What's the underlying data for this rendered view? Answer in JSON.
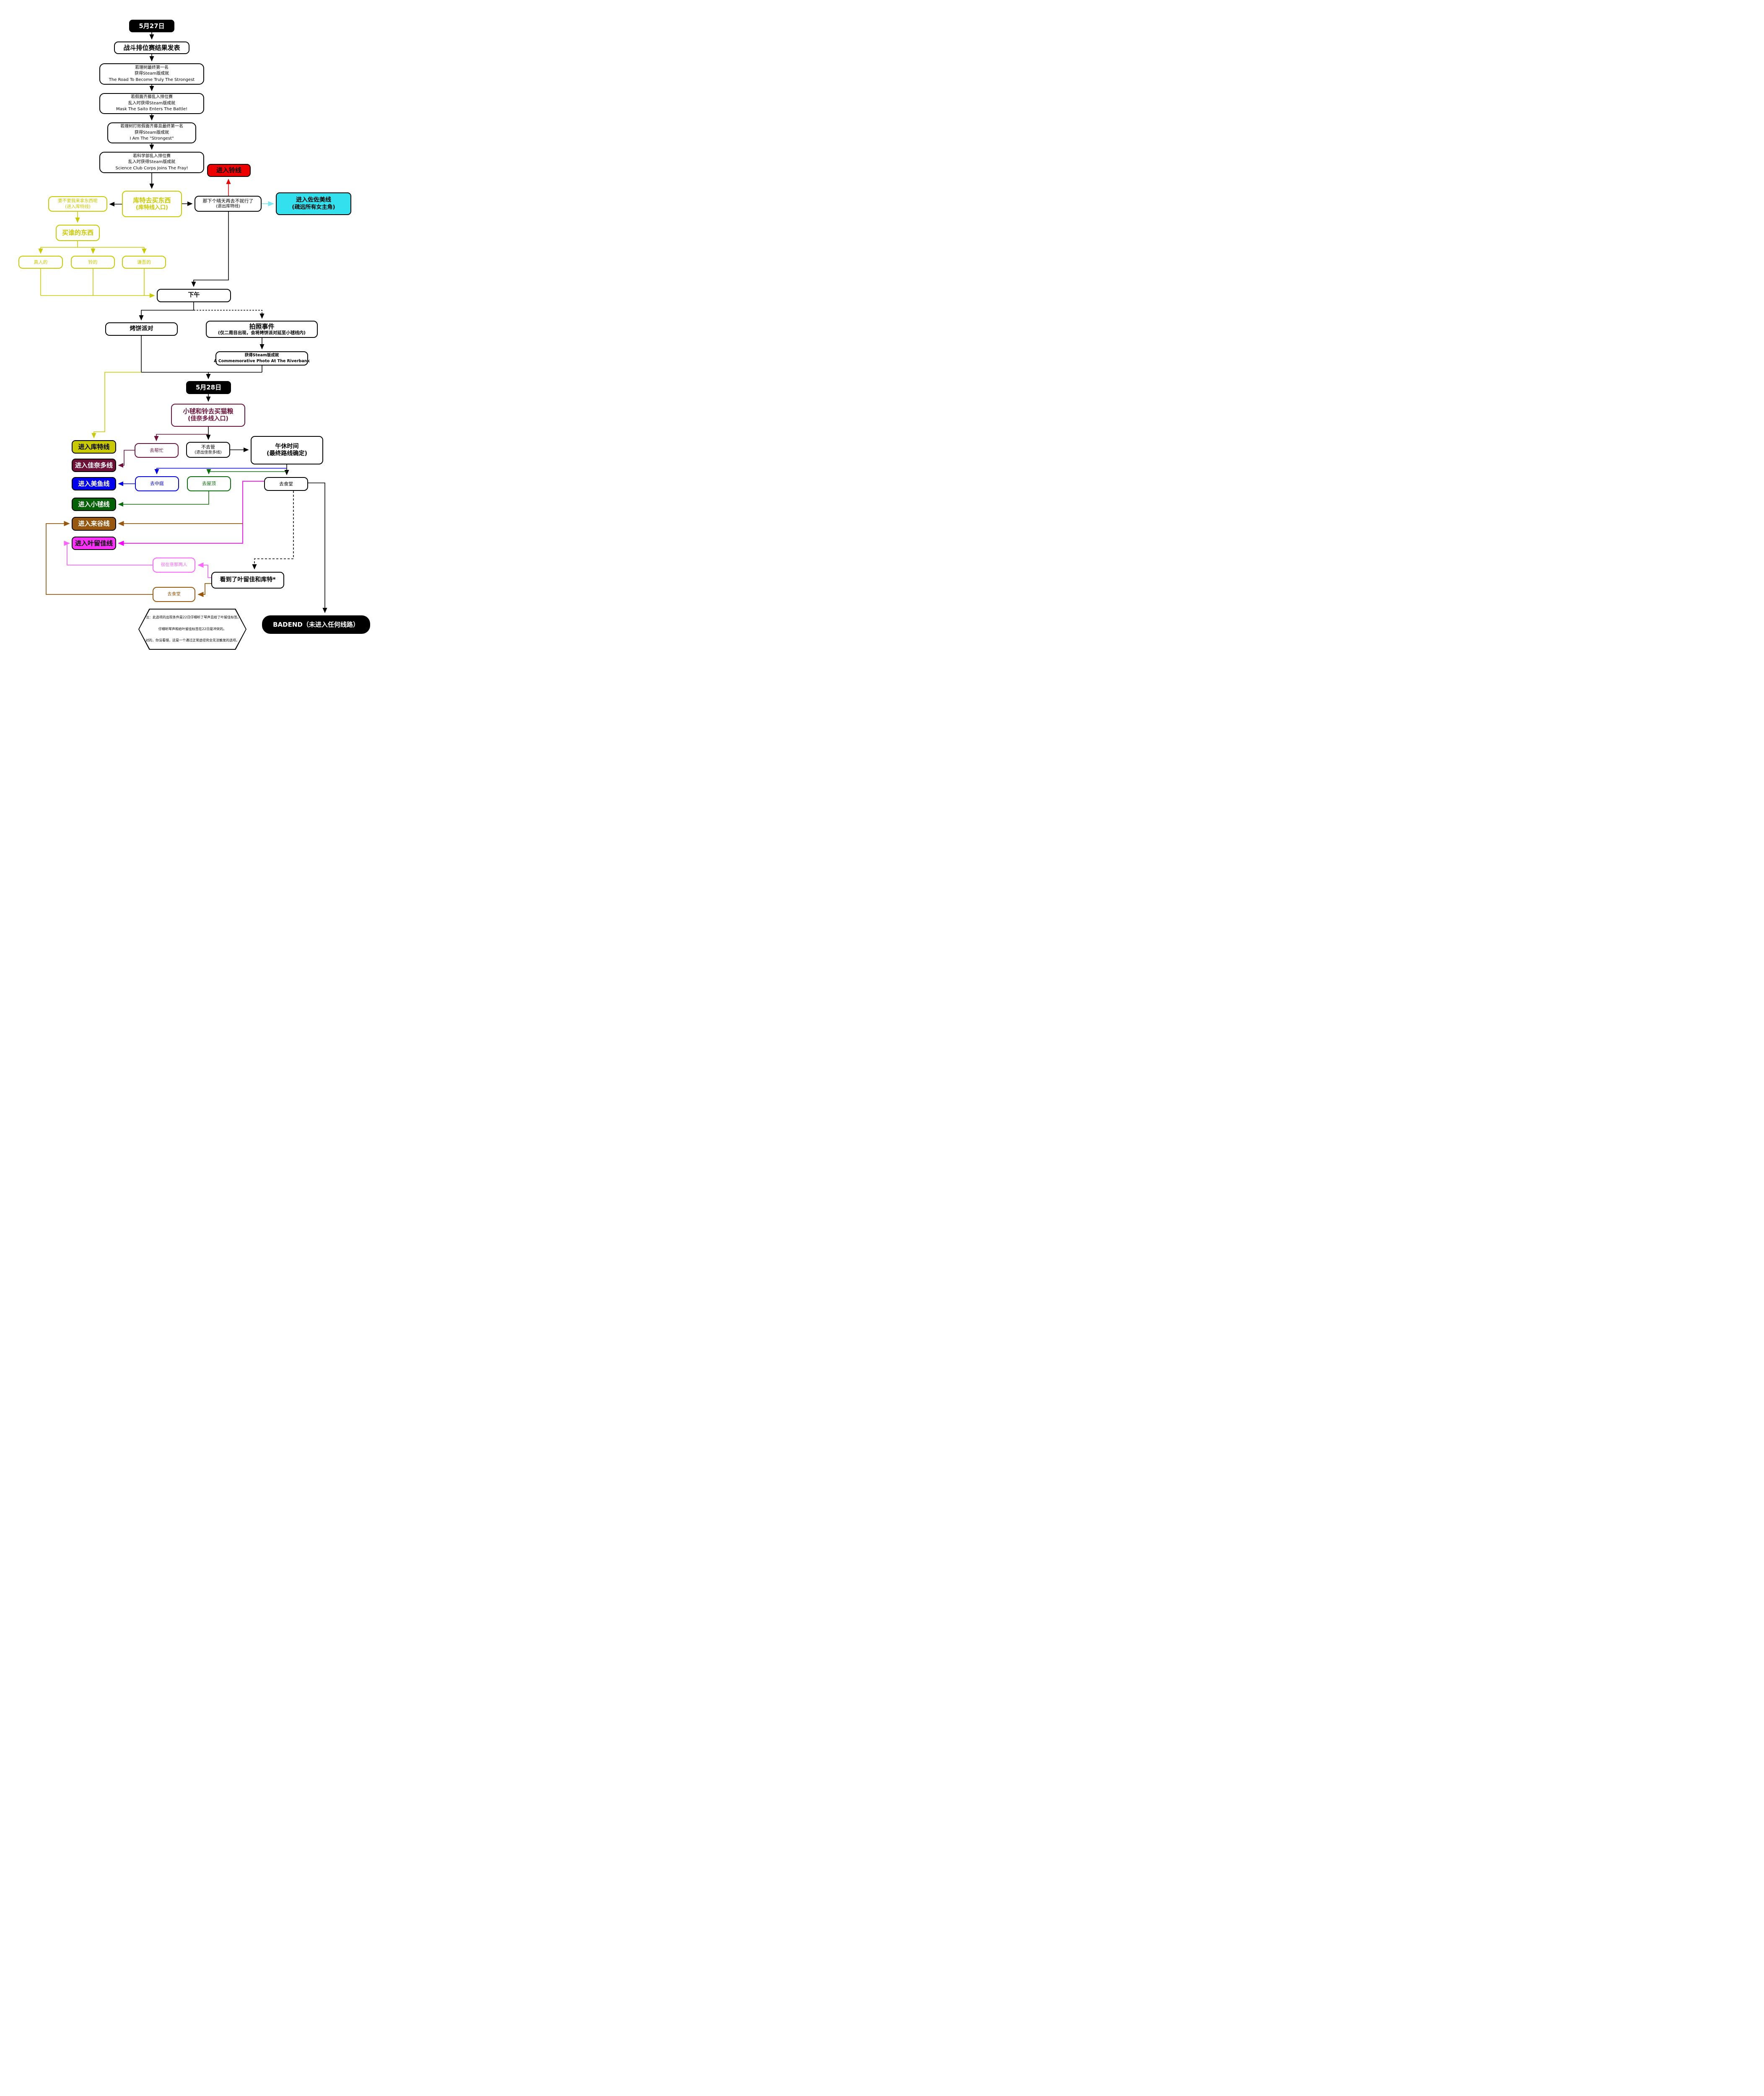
{
  "diagram": {
    "dates": {
      "may27": "5月27日",
      "may28": "5月28日"
    },
    "nodes": {
      "battle_result": "战斗排位赛结果发表",
      "ach_strongest_road": {
        "l1": "若理树最终第一名",
        "l2": "获得Steam版成就",
        "l3": "The Road To Become Truly The Strongest"
      },
      "ach_mask_saito": {
        "l1": "若假面齐藤乱入排位赛",
        "l2": "乱入时获得Steam版成就",
        "l3": "Mask The Saito Enters The Battle!"
      },
      "ach_i_am_strongest": {
        "l1": "若理树打败假面齐藤且最终第一名",
        "l2": "获得Steam版成就",
        "l3": "I Am The \"Strongest\""
      },
      "ach_science_club": {
        "l1": "若科学部乱入排位赛",
        "l2": "乱入时获得Steam版成就",
        "l3": "Science Club Corps Joins The Fray!"
      },
      "enter_rin": "进入铃线",
      "kud_shopping": {
        "l1": "库特去买东西",
        "l2": "(库特线入口)"
      },
      "offer_fetch": {
        "l1": "要不要我来拿东西呢",
        "l2": "(进入库特线)"
      },
      "next_sunny": {
        "l1": "那下个晴天再去不就行了",
        "l2": "(退出库特线)"
      },
      "enter_sasami": {
        "l1": "进入佐佐美线",
        "l2": "(疏远所有女主角)"
      },
      "whose_stuff": "买谁的东西",
      "masato_item": "真人的",
      "rin_item": "铃的",
      "kengo_item": "谦吾的",
      "afternoon": "下午",
      "pancake_party": "烤饼派对",
      "photo_event": {
        "l1": "拍照事件",
        "l2": "(仅二周目出现，会将烤饼派对延至小毬线内)"
      },
      "ach_photo": {
        "l1": "获得Steam版成就",
        "l2": "A Commemorative Photo At The Riverbank"
      },
      "catfood": {
        "l1": "小毬和铃去买猫粮",
        "l2": "(佳奈多线入口)"
      },
      "go_help": "去帮忙",
      "not_care": {
        "l1": "不去管",
        "l2": "(退出佳奈多线)"
      },
      "lunch_break": {
        "l1": "午休时间",
        "l2": "(最终路线确定)"
      },
      "enter_kud": "进入库特线",
      "enter_kanata": "进入佳奈多线",
      "enter_mio": "进入美鱼线",
      "go_courtyard": "去中庭",
      "go_roof": "去屋顶",
      "go_cafeteria_1": "去食堂",
      "enter_komari": "进入小毬线",
      "enter_kurugaya": "进入来谷线",
      "enter_haruka": "进入叶留佳线",
      "care_two": "很在意那两人",
      "saw_haruka_kud": "看到了叶留佳和库特*",
      "go_cafeteria_2": "去食堂",
      "note": {
        "l1": "*注：此选项的出现条件是22日仔细听了琴声且给了叶留佳标签。",
        "l2": "仔细听琴声和给叶留佳标签在22日是冲突的。",
        "l3": "对的，你没看错，这是一个通过正常途径完全无法触发的选项。"
      },
      "badend": "BADEND（未进入任何线路）"
    },
    "colors": {
      "black": "#000000",
      "yellow": "#c9c900",
      "red": "#ee0000",
      "cyan": "#33e0ee",
      "cyan_arrow": "#7ee8f0",
      "maroon": "#6d1139",
      "blue": "#0000ee",
      "green": "#0a6e0a",
      "green_pill": "#056105",
      "brown": "#97570e",
      "magenta": "#ff00ff",
      "pink": "#ff66ff"
    }
  }
}
